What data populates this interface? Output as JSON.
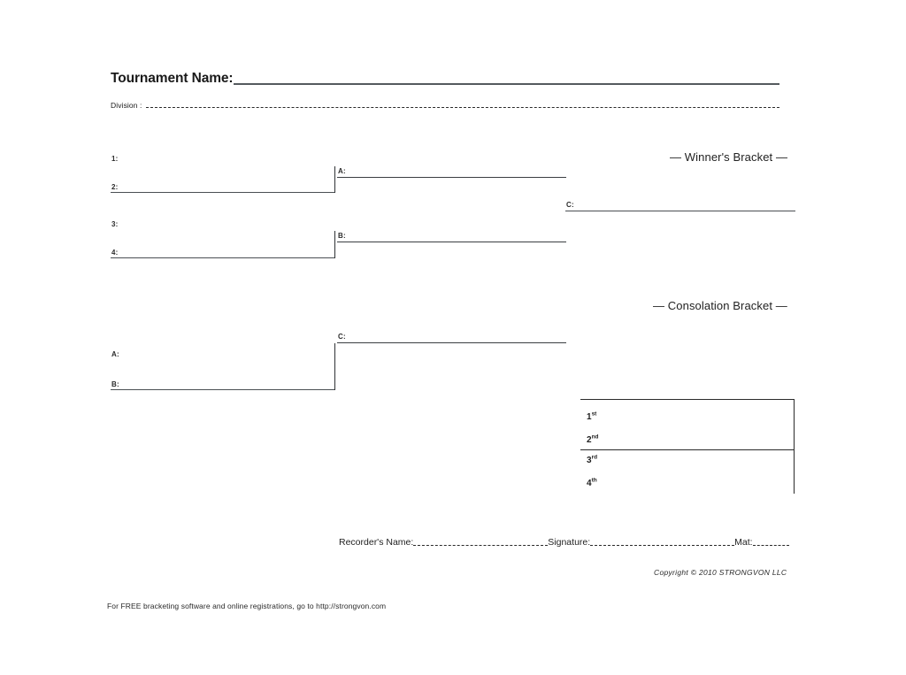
{
  "document": {
    "title_label": "Tournament Name:",
    "division_label": "Division :"
  },
  "sections": {
    "winners_title": "— Winner's Bracket —",
    "consolation_title": "— Consolation Bracket —"
  },
  "winners_bracket": {
    "seeds": [
      {
        "label": "1:"
      },
      {
        "label": "2:"
      },
      {
        "label": "3:"
      },
      {
        "label": "4:"
      }
    ],
    "semifinals": [
      {
        "label": "A:"
      },
      {
        "label": "B:"
      }
    ],
    "final": {
      "label": "C:"
    }
  },
  "consolation_bracket": {
    "entries": [
      {
        "label": "A:"
      },
      {
        "label": "B:"
      }
    ],
    "result": {
      "label": "C:"
    }
  },
  "placements": [
    {
      "number": "1",
      "ordinal": "st"
    },
    {
      "number": "2",
      "ordinal": "nd"
    },
    {
      "number": "3",
      "ordinal": "rd"
    },
    {
      "number": "4",
      "ordinal": "th"
    }
  ],
  "footer": {
    "recorder_label": "Recorder's Name:",
    "signature_label": "Signature:",
    "mat_label": "Mat:",
    "copyright": "Copyright © 2010 STRONGVON LLC",
    "promo": "For FREE bracketing software and online registrations, go to http://strongvon.com"
  },
  "colors": {
    "page_background": "#ffffff",
    "ink": "#1a1a1a",
    "rule": "#4a4f53"
  }
}
